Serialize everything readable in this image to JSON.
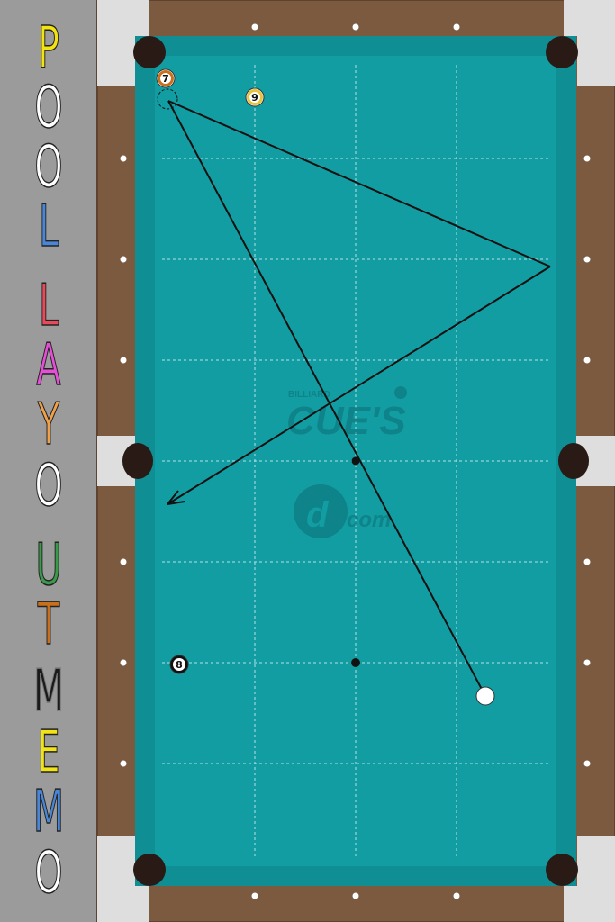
{
  "title_letters": [
    {
      "char": "P",
      "color": "#f2e312"
    },
    {
      "char": "O",
      "color": "#ffffff"
    },
    {
      "char": "O",
      "color": "#ffffff"
    },
    {
      "char": "L",
      "color": "#4a86d8"
    },
    {
      "char": "L",
      "color": "#e84a5a"
    },
    {
      "char": "A",
      "color": "#e64ed8"
    },
    {
      "char": "Y",
      "color": "#f0a048"
    },
    {
      "char": "O",
      "color": "#ffffff"
    },
    {
      "char": "U",
      "color": "#3a9a4a"
    },
    {
      "char": "T",
      "color": "#c8701e"
    },
    {
      "char": "M",
      "color": "#1a1a1a"
    },
    {
      "char": "E",
      "color": "#f2e312"
    },
    {
      "char": "M",
      "color": "#4a86d8"
    },
    {
      "char": "O",
      "color": "#ffffff"
    }
  ],
  "table": {
    "felt_color": "#129da2",
    "rail_color": "#7b5a40",
    "corner_color": "#d8d8d8",
    "logo_top": "BILLIARD",
    "logo_main": "CUE'S",
    "logo_sub": "com"
  },
  "balls": [
    {
      "id": "cue",
      "label": "",
      "color": "#ffffff",
      "kind": "cue"
    },
    {
      "id": "seven",
      "label": "7",
      "color": "#c8701e",
      "kind": "stripe"
    },
    {
      "id": "nine",
      "label": "9",
      "color": "#e8c43a",
      "kind": "stripe"
    },
    {
      "id": "eight",
      "label": "8",
      "color": "#111111",
      "kind": "solid"
    }
  ]
}
